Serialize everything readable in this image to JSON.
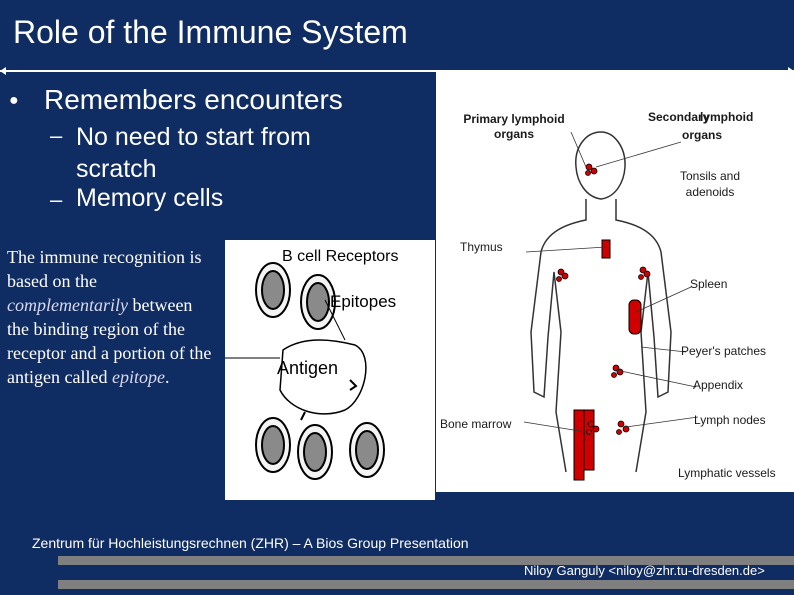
{
  "slide": {
    "title": "Role of the Immune System",
    "bullet": "Remembers encounters",
    "sub_bullets": [
      "No need to start from scratch",
      "Memory cells"
    ],
    "body_text": {
      "part1": "The immune recognition is based on the ",
      "em1": "complementarily",
      "part2": " between the binding region of the receptor and a portion of the antigen called ",
      "em2": "epitope",
      "part3": "."
    },
    "diagram_labels": {
      "b_cell_receptors": "B cell Receptors",
      "epitopes": "Epitopes",
      "antigen": "Antigen"
    },
    "organ_labels": {
      "primary": "Primary lymphoid organs",
      "secondary_1": "Secondary",
      "secondary_2": "lymphoid",
      "secondary_3": "organs",
      "tonsils": "Tonsils and adenoids",
      "thymus": "Thymus",
      "spleen": "Spleen",
      "peyers": "Peyer's patches",
      "appendix": "Appendix",
      "bone_marrow": "Bone marrow",
      "lymph_nodes": "Lymph nodes",
      "lymphatic_vessels": "Lymphatic vessels"
    },
    "footer": {
      "main": "Zentrum für Hochleistungsrechnen  (ZHR) – A Bios Group Presentation",
      "author": "Niloy Ganguly <niloy@zhr.tu-dresden.de>"
    },
    "colors": {
      "background": "#0f2c63",
      "footer_bar": "#7f7f7f",
      "organ_red": "#d10000"
    }
  }
}
